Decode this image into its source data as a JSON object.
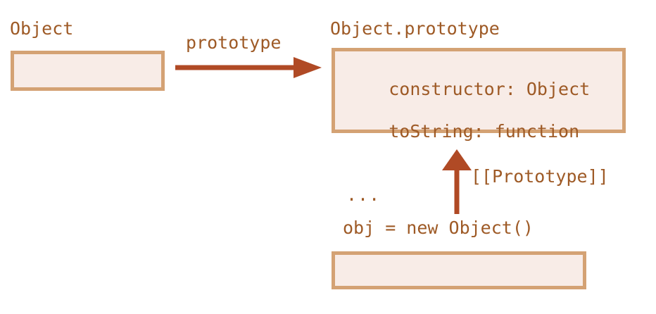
{
  "diagram": {
    "title": "JavaScript prototype chain diagram",
    "colors": {
      "text": "#9e5a26",
      "box_border": "#d4a274",
      "box_fill": "#f8ece7",
      "arrow": "#b04a25",
      "background": "#ffffff"
    },
    "nodes": {
      "object": {
        "title": "Object",
        "body": ""
      },
      "object_prototype": {
        "title": "Object.prototype",
        "lines": [
          "constructor: Object",
          "toString: function",
          "..."
        ]
      },
      "obj": {
        "title": "obj = new Object()",
        "body": ""
      }
    },
    "edges": {
      "prototype": {
        "label": "prototype",
        "from": "Object",
        "to": "Object.prototype",
        "direction": "right"
      },
      "prototype_link": {
        "label": "[[Prototype]]",
        "from": "obj",
        "to": "Object.prototype",
        "direction": "up"
      }
    }
  }
}
